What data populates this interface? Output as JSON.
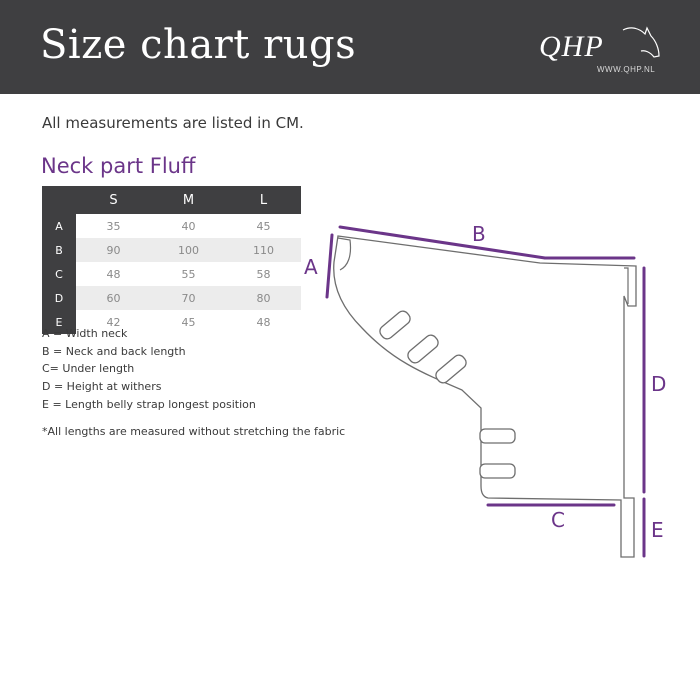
{
  "header": {
    "title": "Size chart rugs",
    "logo_text": "QHP",
    "logo_url": "WWW.QHP.NL"
  },
  "intro": "All measurements are listed in CM.",
  "subtitle": "Neck part Fluff",
  "table": {
    "columns": [
      "S",
      "M",
      "L"
    ],
    "rows": [
      {
        "label": "A",
        "values": [
          "35",
          "40",
          "45"
        ]
      },
      {
        "label": "B",
        "values": [
          "90",
          "100",
          "110"
        ]
      },
      {
        "label": "C",
        "values": [
          "48",
          "55",
          "58"
        ]
      },
      {
        "label": "D",
        "values": [
          "60",
          "70",
          "80"
        ]
      },
      {
        "label": "E",
        "values": [
          "42",
          "45",
          "48"
        ]
      }
    ]
  },
  "legend": [
    "A = Width neck",
    "B = Neck and back length",
    "C= Under length",
    "D = Height at withers",
    "E = Length belly strap longest position"
  ],
  "footnote": "*All lengths are measured without stretching the fabric",
  "diagram": {
    "labels": {
      "a": "A",
      "b": "B",
      "c": "C",
      "d": "D",
      "e": "E"
    }
  },
  "colors": {
    "header_bg": "#3f3f41",
    "accent": "#6b3589",
    "row_shade": "#ececec"
  }
}
